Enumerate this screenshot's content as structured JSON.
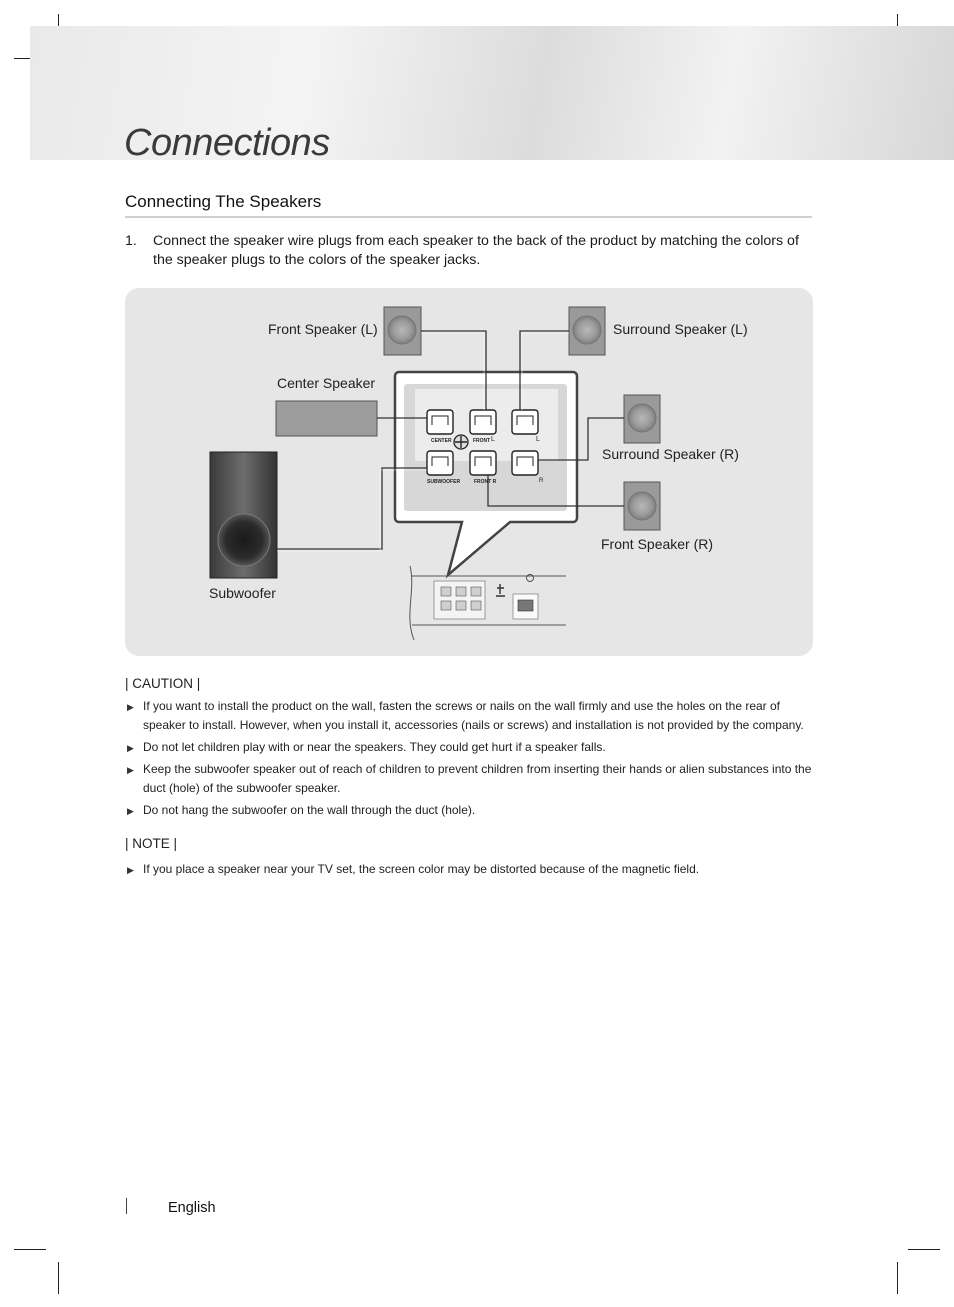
{
  "chapter": {
    "title": "Connections"
  },
  "section": {
    "title": "Connecting The Speakers"
  },
  "step": {
    "number": "1.",
    "text": "Connect the speaker wire plugs from each speaker to the back of the product by matching the colors of the speaker plugs to the colors of the speaker jacks."
  },
  "diagram": {
    "labels": {
      "front_left": "Front Speaker (L)",
      "surround_left": "Surround Speaker (L)",
      "center": "Center Speaker",
      "surround_right": "Surround Speaker (R)",
      "front_right": "Front Speaker (R)",
      "subwoofer": "Subwoofer"
    },
    "jack_labels": {
      "center": "CENTER",
      "front": "FRONT",
      "l": "L",
      "subwoofer": "SUBWOOFER",
      "front_r": "FRONT R",
      "r": "R"
    }
  },
  "caution": {
    "heading": "| CAUTION |",
    "items": [
      "If you want to install the product on the wall, fasten the screws or nails on the wall firmly and use the holes on the rear of speaker to install. However, when you install it, accessories (nails or screws) and installation is not provided by the company.",
      "Do not let children play with or near the speakers. They could get hurt if a speaker falls.",
      "Keep the subwoofer speaker out of reach of children to prevent children from inserting their hands or alien substances into the duct (hole) of the subwoofer speaker.",
      "Do not hang the subwoofer on the wall through the duct (hole)."
    ]
  },
  "note": {
    "heading": "| NOTE |",
    "items": [
      "If you place a speaker near your TV set, the screen color may be distorted because of the magnetic field."
    ]
  },
  "footer": {
    "language": "English"
  }
}
